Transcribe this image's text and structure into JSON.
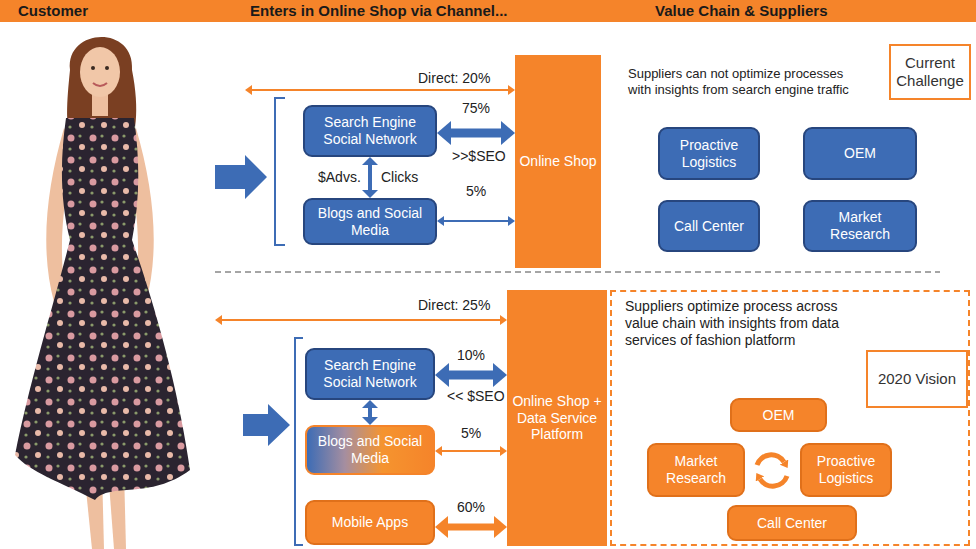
{
  "diagram": {
    "nodes": [
      {
        "text": [
          "Customer",
          "Enters in Online Shop via Channel...",
          "Value Chain & Suppliers"
        ]
      },
      {
        "text": [
          "Search Engine Social Network"
        ]
      },
      {
        "text": [
          "Blogs and Social Media"
        ]
      },
      {
        "text": [
          "Online Shop"
        ]
      },
      {
        "text": [
          "Current Challenge"
        ]
      },
      {
        "text": [
          "Proactive Logistics"
        ]
      },
      {
        "text": [
          "OEM"
        ]
      },
      {
        "text": [
          "Call Center"
        ]
      },
      {
        "text": [
          "Market Research"
        ]
      },
      {
        "text": [
          "Search Engine Social Network"
        ]
      },
      {
        "text": [
          "Blogs and Social Media"
        ]
      },
      {
        "text": [
          "Mobile Apps"
        ]
      },
      {
        "text": [
          "Online Shop + Data Service Platform"
        ]
      },
      {
        "text": [
          "Suppliers optimize process across value chain with insights from data services of fashion platform"
        ]
      },
      {
        "text": [
          "OEM"
        ],
        "in": 13
      },
      {
        "text": [
          "Market Research"
        ],
        "in": 13
      },
      {
        "text": [
          "Proactive Logistics"
        ],
        "in": 13
      },
      {
        "text": [
          "Call Center"
        ],
        "in": 13
      },
      {
        "text": [
          "2020 Vision"
        ]
      }
    ],
    "edges": [
      {
        "from": 1,
        "to": 3,
        "arrow": "both",
        "label": "75%"
      },
      {
        "from": 1,
        "to": 2,
        "arrow": "both"
      },
      {
        "from": 2,
        "to": 3,
        "arrow": "both",
        "label": "5%"
      },
      {
        "from": 9,
        "to": 12,
        "arrow": "both",
        "label": "10%"
      },
      {
        "from": 9,
        "to": 10,
        "arrow": "both"
      },
      {
        "from": 10,
        "to": 12,
        "arrow": "both",
        "label": "5%"
      },
      {
        "from": 11,
        "to": 12,
        "arrow": "both",
        "label": "60%"
      }
    ],
    "labels": [
      "Direct: 20%",
      ">>$SEO",
      "$Advs.",
      "Clicks",
      "Suppliers can not optimize processes with insights from search engine traffic",
      "Direct: 25%",
      "<< $SEO"
    ]
  }
}
